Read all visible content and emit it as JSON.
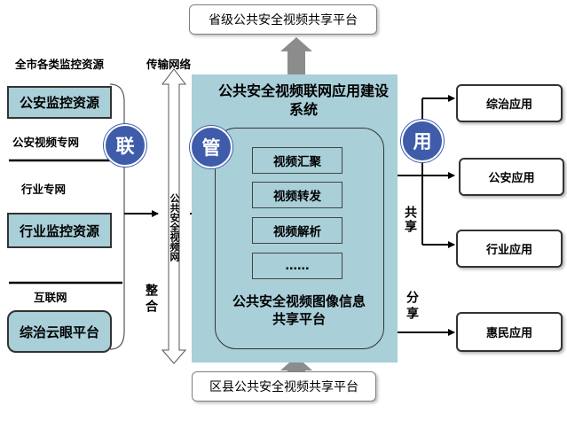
{
  "top_platform": "省级公共安全视频共享平台",
  "bottom_platform": "区县公共安全视频共享平台",
  "left_header": "全市各类监控资源",
  "transport_label": "传输网络",
  "transport_vertical": "公共安全视频网",
  "integrate_label": "整合",
  "networks": [
    "公安视频专网",
    "行业专网",
    "互联网"
  ],
  "resources": [
    "公安监控资源",
    "行业监控资源",
    "综治云眼平台"
  ],
  "circles": {
    "link": "联",
    "manage": "管",
    "use": "用"
  },
  "system_title": "公共安全视频联网应用建设系统",
  "functions": [
    "视频汇聚",
    "视频转发",
    "视频解析",
    "……"
  ],
  "platform_title": "公共安全视频图像信息共享平台",
  "share_label": "共享",
  "distribute_label": "分享",
  "apps": [
    "综治应用",
    "公安应用",
    "行业应用",
    "惠民应用"
  ],
  "colors": {
    "panel": "#a9cfd8",
    "circle": "#3e5caa",
    "arrow": "#8c8c8c"
  }
}
